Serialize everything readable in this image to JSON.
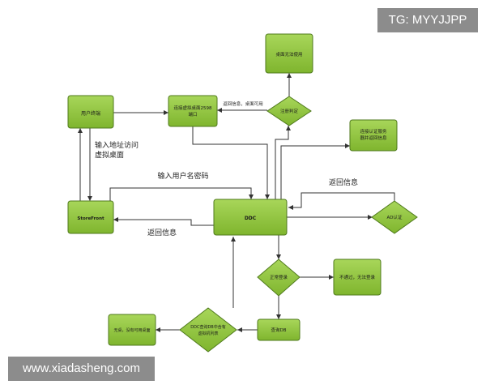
{
  "nodes": {
    "user_terminal": "用户终端",
    "connect_port": "连接虚拟桌面2598端口",
    "desktop_unusable": "桌面无法使用",
    "register_check": "注册判定",
    "connect_auth": "连接认证服务器并返回信息",
    "storefront": "StoreFront",
    "ddc": "DDC",
    "ad_auth": "AD认证",
    "normal_login": "正常登录",
    "fail_login": "不通过，无法登录",
    "query_db": "查询DB",
    "ddc_query_db": "DDC查询DB中含有虚拟机列表",
    "no_desktop": "无桌，没有可用桌面"
  },
  "edges": {
    "return_info_desktop": "返回信息，桌面可用",
    "input_address": "输入地址访问虚拟桌面",
    "input_credentials": "输入用户名密码",
    "return_info_1": "返回信息",
    "return_info_2": "返回信息"
  },
  "watermarks": {
    "top": "TG: MYYJJPP",
    "bottom": "www.xiadasheng.com"
  },
  "colors": {
    "node_fill": "#92c83e",
    "node_stroke": "#4f7a1c",
    "edge": "#333333"
  }
}
